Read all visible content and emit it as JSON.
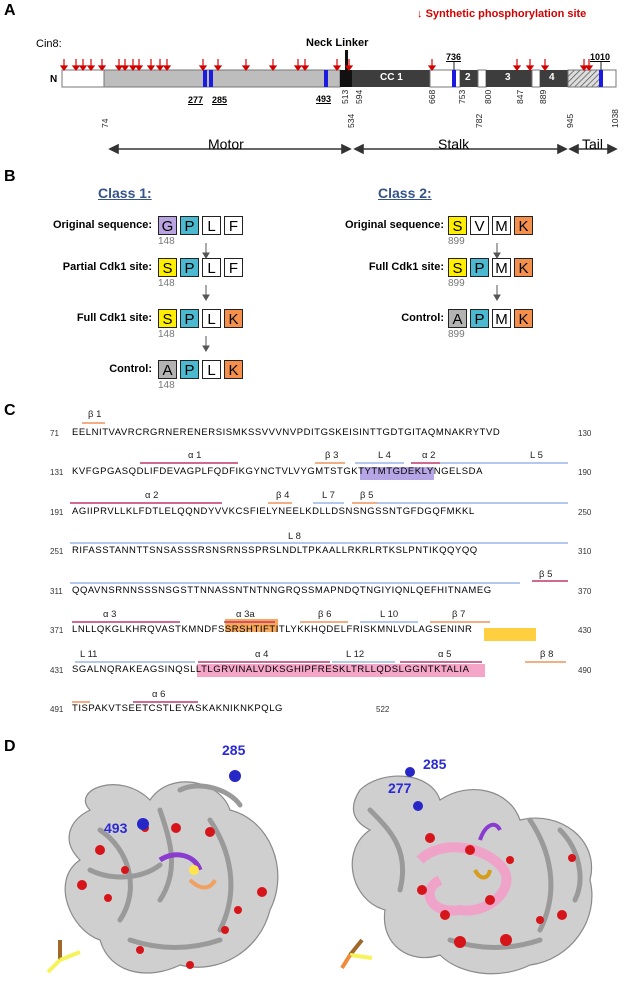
{
  "panelA": {
    "letter": "A",
    "protein": "Cin8:",
    "legend": "Synthetic phosphorylation site",
    "n_label": "N",
    "neck_linker": "Neck Linker",
    "cc_labels": [
      "CC 1",
      "2",
      "3",
      "4"
    ],
    "top_labels": [
      "736",
      "1010"
    ],
    "bottom_labels": [
      "277",
      "285",
      "493"
    ],
    "positions": [
      "74",
      "513",
      "534",
      "594",
      "668",
      "753",
      "782",
      "800",
      "847",
      "889",
      "945",
      "1038"
    ],
    "domains": [
      "Motor",
      "Stalk",
      "Tail"
    ]
  },
  "panelB": {
    "letter": "B",
    "class1": {
      "title": "Class 1:",
      "rows": [
        {
          "label": "Original sequence:",
          "aa": [
            "G",
            "P",
            "L",
            "F"
          ],
          "num": "148"
        },
        {
          "label": "Partial Cdk1 site:",
          "aa": [
            "S",
            "P",
            "L",
            "F"
          ],
          "num": "148"
        },
        {
          "label": "Full Cdk1 site:",
          "aa": [
            "S",
            "P",
            "L",
            "K"
          ],
          "num": "148"
        },
        {
          "label": "Control:",
          "aa": [
            "A",
            "P",
            "L",
            "K"
          ],
          "num": "148"
        }
      ]
    },
    "class2": {
      "title": "Class 2:",
      "rows": [
        {
          "label": "Original sequence:",
          "aa": [
            "S",
            "V",
            "M",
            "K"
          ],
          "num": "899"
        },
        {
          "label": "Full Cdk1 site:",
          "aa": [
            "S",
            "P",
            "M",
            "K"
          ],
          "num": "899"
        },
        {
          "label": "Control:",
          "aa": [
            "A",
            "P",
            "M",
            "K"
          ],
          "num": "899"
        }
      ]
    },
    "colors": {
      "S": "#ffee00",
      "P": "#4bb9cf",
      "G": "#b9a3e0",
      "A": "#b3b3b3",
      "K": "#f4904c",
      "other": "#ffffff"
    }
  },
  "panelC": {
    "letter": "C",
    "lines": [
      {
        "start": "71",
        "seq": "EELNITVAVRCRGRNERENERSISMKSSVVVNVPDITGSKEISINTTGDTGITAQMNAKRYTVD",
        "end": "130"
      },
      {
        "start": "131",
        "seq": "KVFGPGASQDLIFDEVAGPLFQDFIKGYNCTVLVYGMTSTGKTYTMTGDEKLYNGELSDA",
        "end": "190"
      },
      {
        "start": "191",
        "seq": "AGIIPRVLLKLFDTLELQQNDYVVKCSFIELYNEELKDLLDSNSNGSSNTGFDGQFMKKL",
        "end": "250"
      },
      {
        "start": "251",
        "seq": "RIFASSTANNTTSNSASSSRSNSRNSSPRSLNDLTPKAALLRKRLRTKSLPNTIKQQYQQ",
        "end": "310"
      },
      {
        "start": "311",
        "seq": "QQAVNSRNNSSSNSGSTTNNASSNTNTNNGRQSSMAPNDQTNGIYIQNLQEFHITNAMEG",
        "end": "370"
      },
      {
        "start": "371",
        "seq": "LNLLQKGLKHRQVASTKMNDFSSRSHTIFTITLYKKHQDELFRISKMNLVDLAGSENINR",
        "end": "430"
      },
      {
        "start": "431",
        "seq": "SGALNQRAKEAGSINQSLLTLGRVINALVDKSGHIPFRESKLTRLLQDSLGGNTKTALIA",
        "end": "490"
      },
      {
        "start": "491",
        "seq": "TISPAKVTSEETCSTLEYASKAKNIKNKPQLG",
        "end": "522"
      }
    ],
    "annotations": [
      "β 1",
      "α 1",
      "β 3",
      "L 4",
      "α 2",
      "L 5",
      "α 2",
      "β 4",
      "L 7",
      "β 5",
      "L 8",
      "β 5",
      "α 3",
      "α 3a",
      "β 6",
      "L 10",
      "β 7",
      "L 11",
      "α 4",
      "L 12",
      "α 5",
      "β 8",
      "α 6"
    ]
  },
  "panelD": {
    "letter": "D",
    "labels": [
      "285",
      "493",
      "285",
      "277"
    ]
  }
}
